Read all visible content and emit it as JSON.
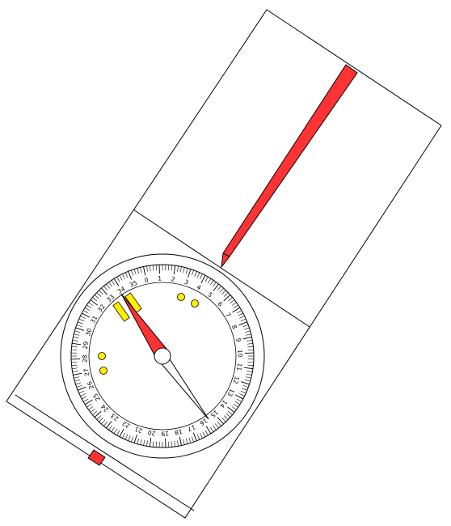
{
  "dial": {
    "labels": [
      "0",
      "1",
      "2",
      "3",
      "4",
      "5",
      "6",
      "7",
      "8",
      "9",
      "10",
      "11",
      "12",
      "13",
      "14",
      "15",
      "16",
      "17",
      "18",
      "19",
      "20",
      "21",
      "22",
      "23",
      "24",
      "25",
      "26",
      "27",
      "28",
      "29",
      "30",
      "31",
      "32",
      "33",
      "34",
      "35"
    ]
  },
  "colors": {
    "outline": "#000000",
    "baseplate": "#ffffff",
    "arrow": "#ff3333",
    "needle_north": "#ff3333",
    "needle_south": "#ffffff",
    "luminous_marks": "#ffee00"
  },
  "icons": {
    "needle": "magnetic-needle",
    "direction": "direction-of-travel-arrow"
  }
}
